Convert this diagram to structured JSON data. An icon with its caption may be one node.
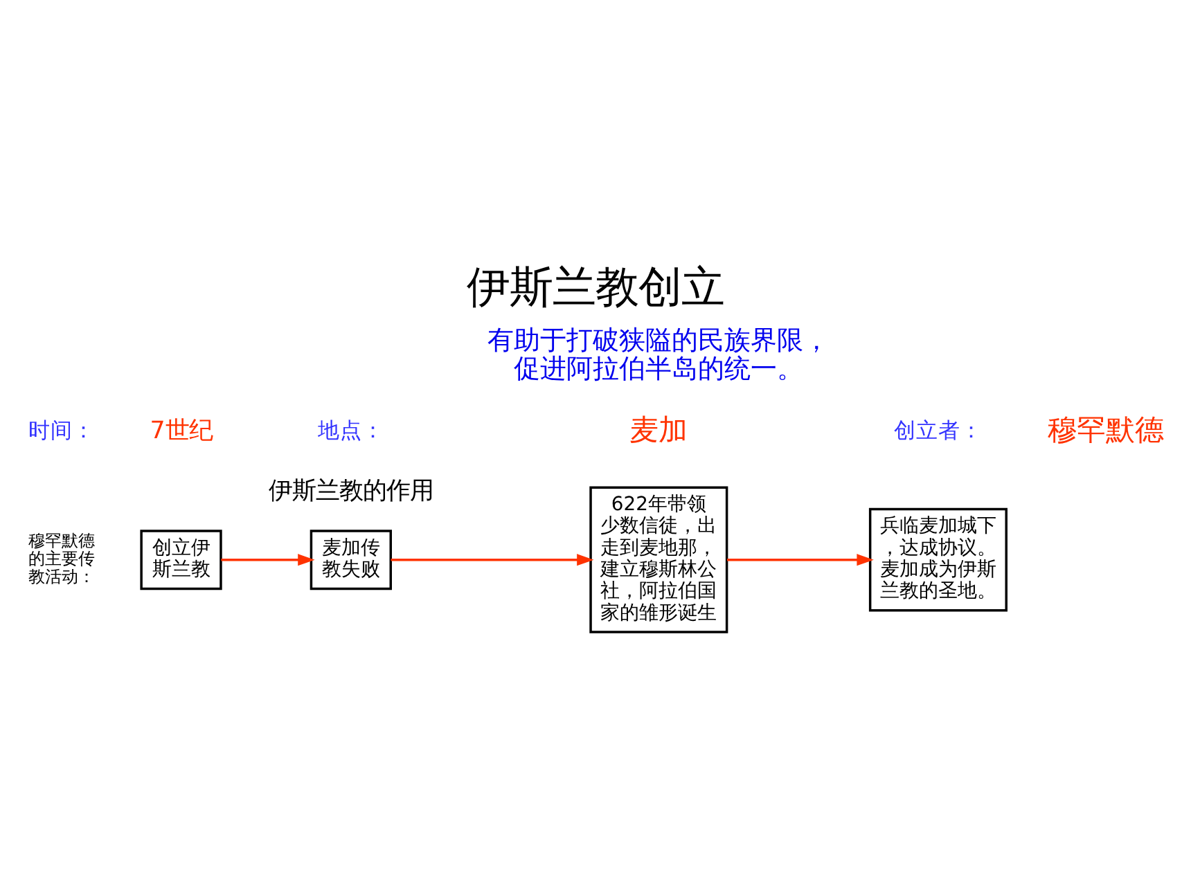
{
  "diagram": {
    "title": "伊斯兰教创立",
    "nodes": [
      {
        "text": [
          "创立伊斯兰教"
        ]
      },
      {
        "text": [
          "麦加传教失败"
        ]
      },
      {
        "text": [
          "622年带领少数信徒，出走到麦地那，建立穆斯林公社，阿拉伯国家的雏形诞生"
        ]
      },
      {
        "text": [
          "兵临麦加城下，达成协议。麦加成为伊斯兰教的圣地。"
        ]
      }
    ],
    "edges": [
      {
        "from": 0,
        "to": 1,
        "arrow": "to"
      },
      {
        "from": 1,
        "to": 2,
        "arrow": "to"
      },
      {
        "from": 2,
        "to": 3,
        "arrow": "to"
      }
    ],
    "labels": [
      "时间：",
      "7世纪",
      "地点：",
      "麦加",
      "创立者：",
      "穆罕默德",
      "穆罕默德的主要传教活动：",
      "伊斯兰教的作用",
      "有助于打破狭隘的民族界限，促进阿拉伯半岛的统一。"
    ]
  }
}
